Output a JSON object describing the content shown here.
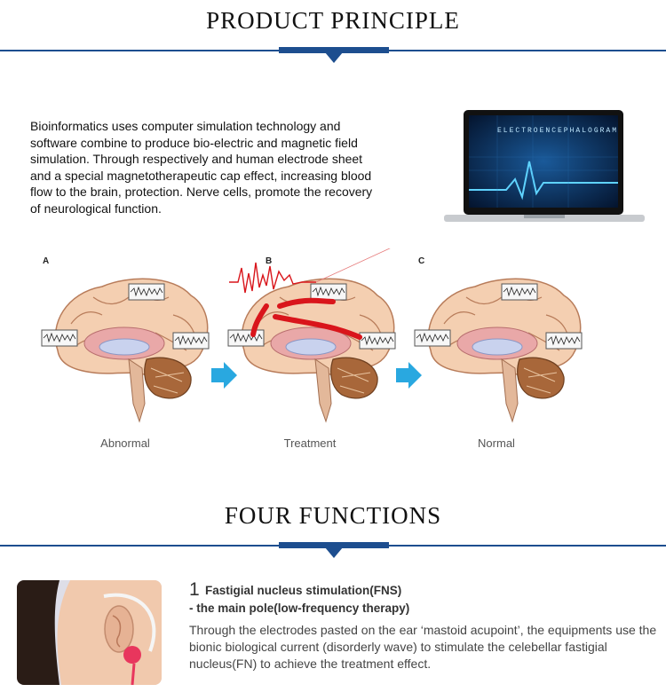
{
  "principle": {
    "title": "PRODUCT PRINCIPLE",
    "intro": "Bioinformatics uses computer simulation technology and software combine to produce bio-electric and magnetic field simulation. Through respectively and human electrode sheet and a special magnetotherapeutic cap effect, increasing blood flow to the brain, protection. Nerve cells, promote the recovery of neurological function.",
    "screen_label": "ELECTROENCEPHALOGRAM",
    "panels": [
      {
        "letter": "A",
        "caption": "Abnormal"
      },
      {
        "letter": "B",
        "caption": "Treatment"
      },
      {
        "letter": "C",
        "caption": "Normal"
      }
    ]
  },
  "functions": {
    "title": "FOUR FUNCTIONS",
    "items": [
      {
        "number": "1",
        "title": "Fastigial nucleus stimulation(FNS)",
        "subtitle": "- the main pole(low-frequency therapy)",
        "description": "Through the electrodes pasted on the ear ‘mastoid acupoint’, the equipments use the bionic biological current (disorderly wave) to stimulate the celebellar fastigial nucleus(FN) to achieve the treatment effect."
      }
    ]
  },
  "colors": {
    "accent": "#1d4e8f",
    "arrow": "#29a8e0",
    "wave": "#d9151b"
  }
}
